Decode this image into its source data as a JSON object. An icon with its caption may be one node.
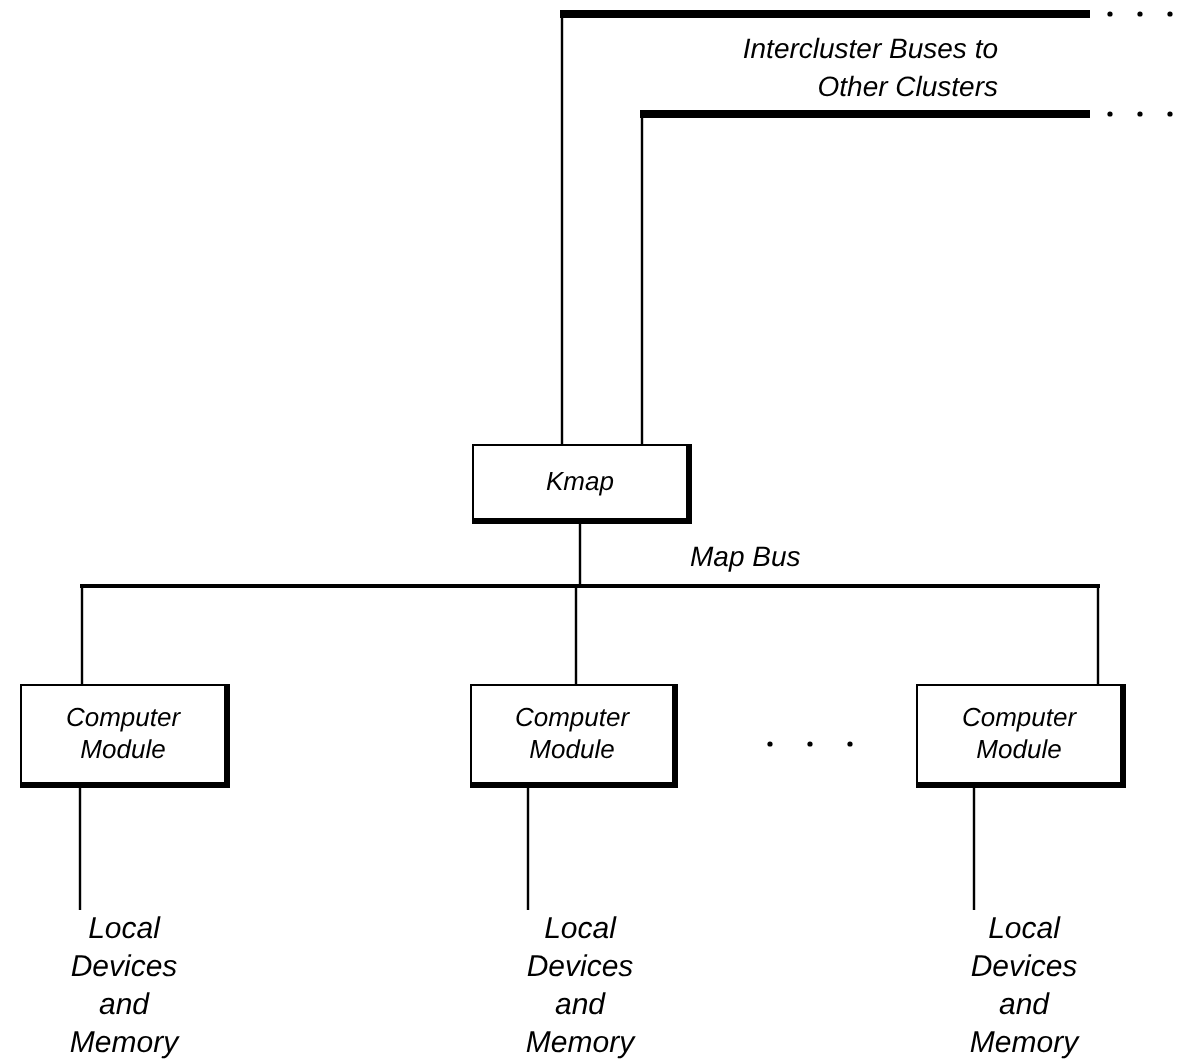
{
  "diagram": {
    "nodes": [
      {
        "text": [],
        "shape": "bar"
      },
      {
        "text": [],
        "shape": "bar"
      },
      {
        "text": [
          "Kmap"
        ]
      },
      {
        "text": [],
        "shape": "bar",
        "beside": [
          "Map Bus"
        ]
      },
      {
        "text": [
          "Computer Module"
        ]
      },
      {
        "text": [
          "Computer Module"
        ]
      },
      {
        "text": [
          "Computer Module"
        ]
      },
      {
        "text": [
          "Local Devices and Memory"
        ]
      },
      {
        "text": [
          "Local Devices and Memory"
        ]
      },
      {
        "text": [
          "Local Devices and Memory"
        ]
      }
    ],
    "edges": [
      {
        "from": 2,
        "to": 0,
        "arrow": "none"
      },
      {
        "from": 2,
        "to": 1,
        "arrow": "none"
      },
      {
        "from": 2,
        "to": 3,
        "arrow": "none"
      },
      {
        "from": 3,
        "to": 4,
        "arrow": "none"
      },
      {
        "from": 3,
        "to": 5,
        "arrow": "none"
      },
      {
        "from": 3,
        "to": 6,
        "arrow": "none"
      },
      {
        "from": 4,
        "to": 7,
        "arrow": "none"
      },
      {
        "from": 5,
        "to": 8,
        "arrow": "none"
      },
      {
        "from": 6,
        "to": 9,
        "arrow": "none"
      }
    ],
    "labels": [
      "Intercluster Buses to Other Clusters"
    ]
  }
}
